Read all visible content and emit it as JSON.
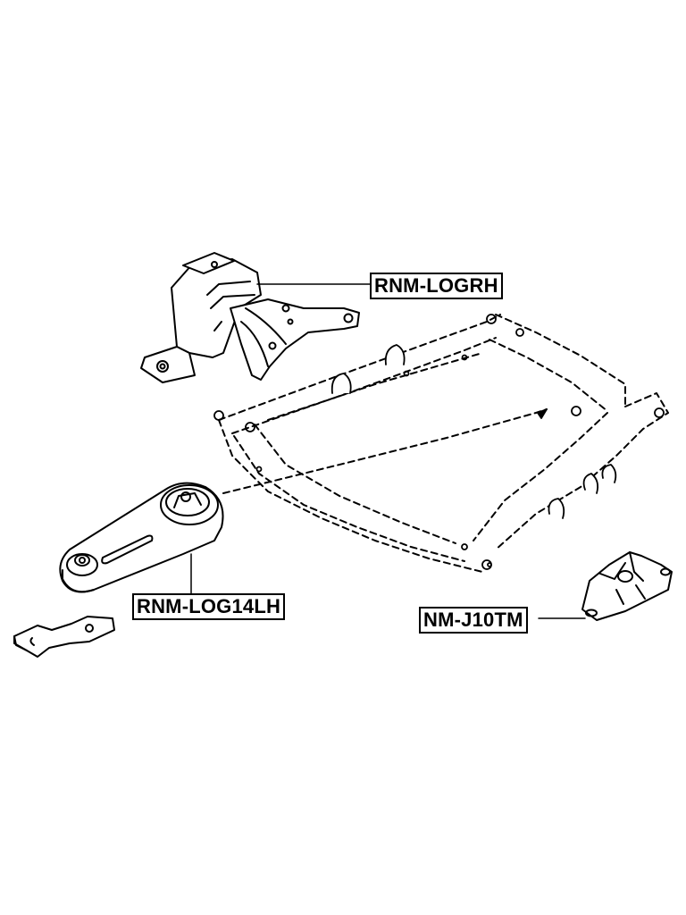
{
  "diagram": {
    "type": "exploded parts diagram",
    "subject": "front subframe with engine / transmission mounts",
    "parts": [
      {
        "id": "upper-right-mount",
        "label": "RNM-LOGRH",
        "position": "top-left, above subframe"
      },
      {
        "id": "lower-left-torque-rod",
        "label": "RNM-LOG14LH",
        "position": "left, with separate bracket below"
      },
      {
        "id": "transmission-mount",
        "label": "NM-J10TM",
        "position": "bottom-right"
      }
    ]
  },
  "labels": {
    "logrh": "RNM-LOGRH",
    "log14lh": "RNM-LOG14LH",
    "j10tm": "NM-J10TM"
  },
  "colors": {
    "line": "#000000",
    "background": "#ffffff"
  }
}
